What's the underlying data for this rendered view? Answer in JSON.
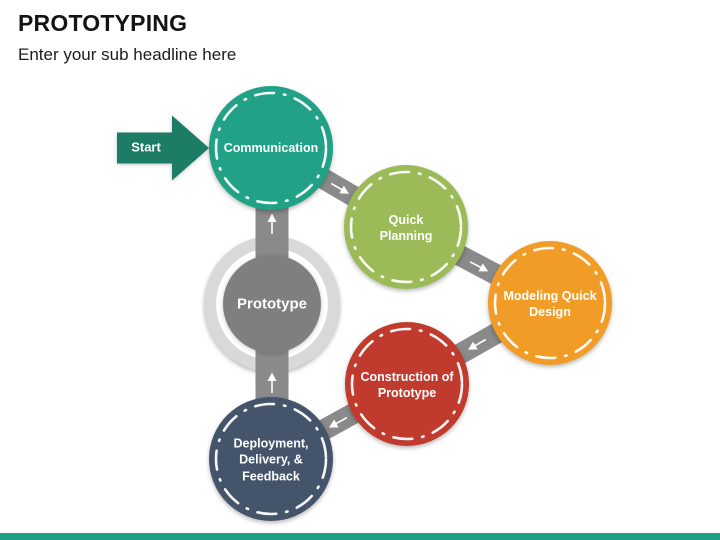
{
  "slide": {
    "title": "PROTOTYPING",
    "subtitle": "Enter your sub headline here",
    "footer_bar_color": "#1fa185"
  },
  "diagram": {
    "start": {
      "label": "Start",
      "color": "#1d7c66"
    },
    "center": {
      "label": "Prototype",
      "fill": "#7f7f7f",
      "outer_ring_color": "#d9d9d9",
      "inner_ring_color": "#ffffff"
    },
    "connector_color": "#8a8a8a",
    "flow_arrow_icon_color": "#ffffff",
    "steps": [
      {
        "label": "Communication",
        "color": "#21a185"
      },
      {
        "label": "Quick Planning",
        "color": "#9bbb58"
      },
      {
        "label": "Modeling Quick Design",
        "color": "#f19c27"
      },
      {
        "label": "Construction of Prototype",
        "color": "#c13a2e"
      },
      {
        "label": "Deployment, Delivery, & Feedback",
        "color": "#44546a"
      }
    ]
  }
}
